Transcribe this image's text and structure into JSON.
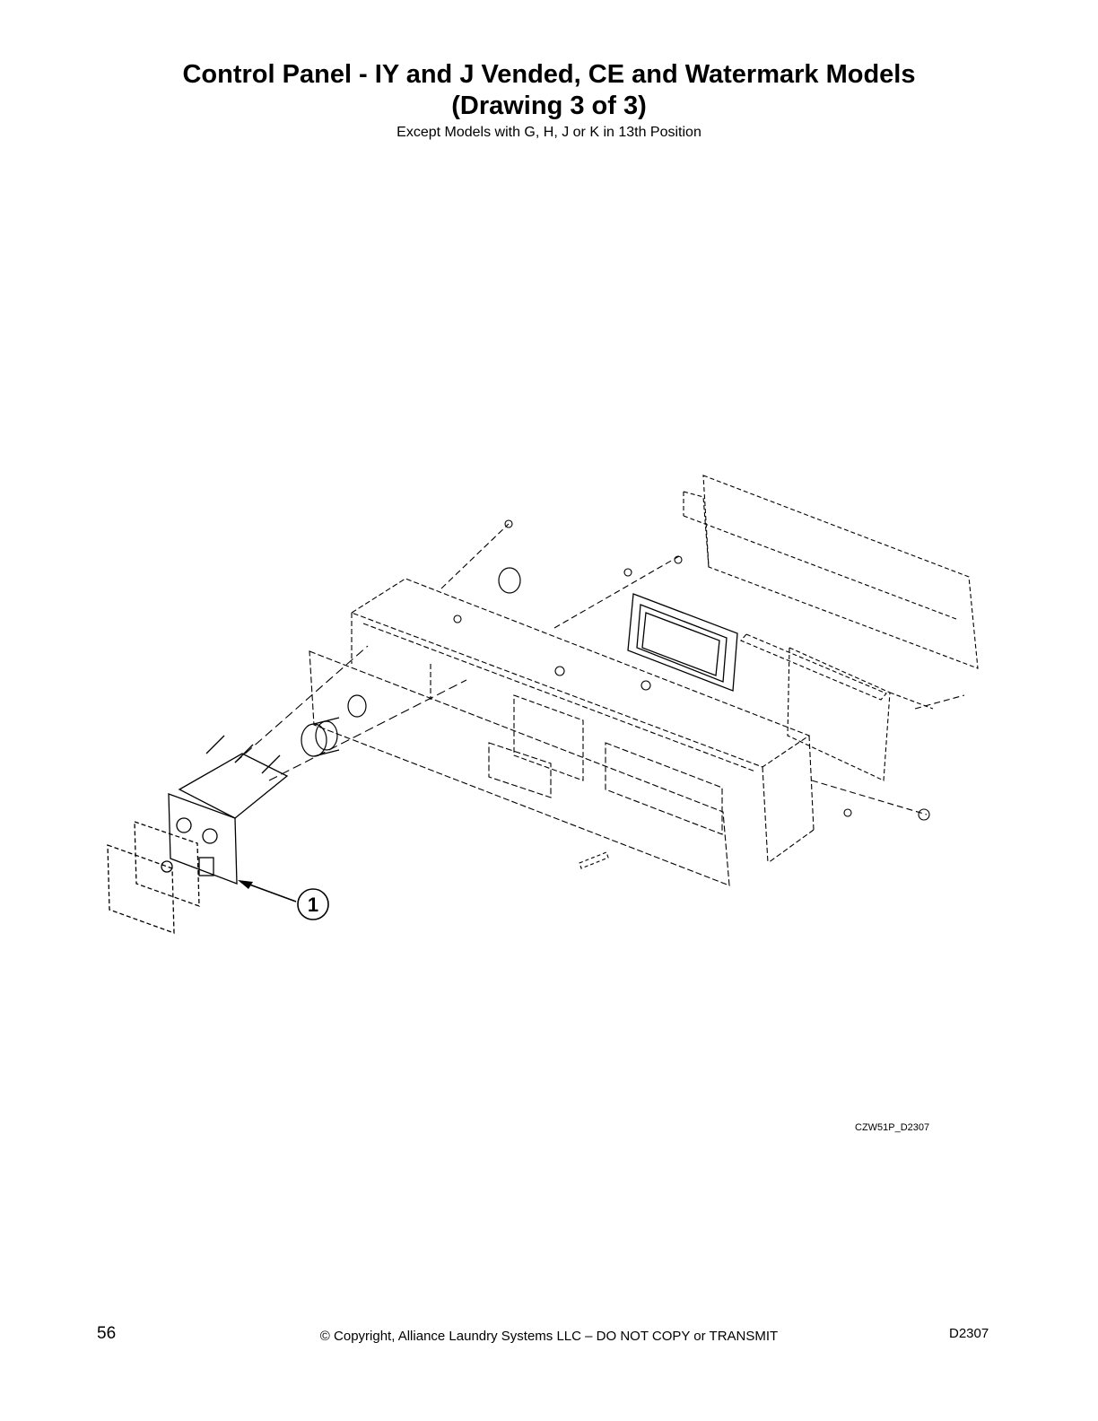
{
  "header": {
    "title_line1": "Control Panel - IY and J Vended, CE and Watermark Models",
    "title_line2": "(Drawing 3 of 3)",
    "subtitle": "Except Models with G, H, J or K in 13th Position"
  },
  "drawing": {
    "callout_label": "1",
    "drawing_code": "CZW51P_D2307"
  },
  "footer": {
    "page_number": "56",
    "copyright": "© Copyright, Alliance Laundry Systems LLC – DO NOT COPY or TRANSMIT",
    "doc_id": "D2307"
  }
}
